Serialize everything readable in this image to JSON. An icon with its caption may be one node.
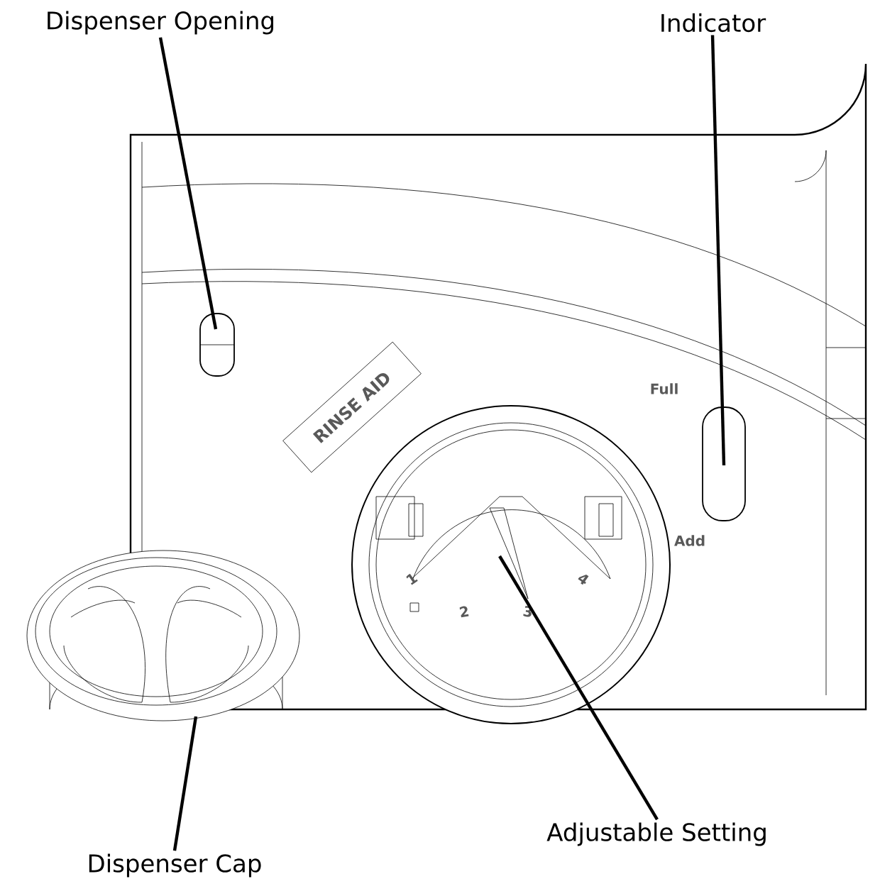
{
  "diagram": {
    "nodes": [
      {
        "text": [
          "Dispenser Opening"
        ]
      },
      {
        "text": [
          "Indicator"
        ]
      },
      {
        "text": [
          "Adjustable Setting"
        ]
      },
      {
        "text": [
          "Dispenser Cap"
        ]
      }
    ],
    "edges": [
      {
        "from": 0,
        "to": null,
        "arrow": "none"
      },
      {
        "from": 1,
        "to": null,
        "arrow": "none"
      },
      {
        "from": 2,
        "to": null,
        "arrow": "none"
      },
      {
        "from": 3,
        "to": null,
        "arrow": "none"
      }
    ],
    "labels": [
      "RINSE AID",
      "Full",
      "Add",
      "1",
      "2",
      "3",
      "4"
    ]
  }
}
